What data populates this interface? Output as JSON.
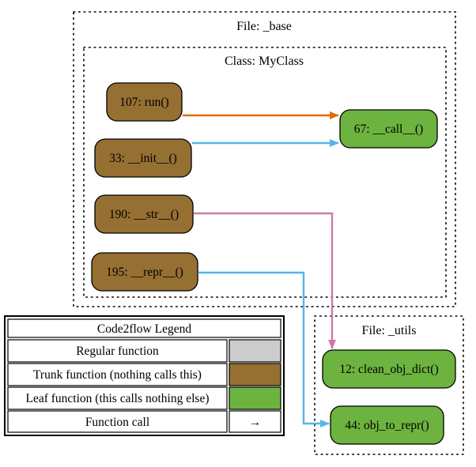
{
  "clusters": {
    "file_base": "File: _base",
    "class_myclass": "Class: MyClass",
    "file_utils": "File: _utils"
  },
  "nodes": {
    "run": "107: run()",
    "init": "33: __init__()",
    "str": "190: __str__()",
    "repr": "195: __repr__()",
    "call": "67: __call__()",
    "clean_obj_dict": "12: clean_obj_dict()",
    "obj_to_repr": "44: obj_to_repr()"
  },
  "legend": {
    "title": "Code2flow Legend",
    "rows": [
      {
        "label": "Regular function",
        "swatch": "#cccccc"
      },
      {
        "label": "Trunk function (nothing calls this)",
        "swatch": "#966f33"
      },
      {
        "label": "Leaf function (this calls nothing else)",
        "swatch": "#6db33f"
      },
      {
        "label": "Function call",
        "symbol": "→"
      }
    ]
  },
  "colors": {
    "trunk": "#966f33",
    "leaf": "#6db33f",
    "regular": "#cccccc",
    "edge_run": "#e06c00",
    "edge_init": "#56b4e9",
    "edge_str": "#cc79a7",
    "edge_repr": "#56b4e9"
  },
  "edges": [
    {
      "from": "107: run()",
      "to": "67: __call__()"
    },
    {
      "from": "33: __init__()",
      "to": "67: __call__()"
    },
    {
      "from": "190: __str__()",
      "to": "12: clean_obj_dict()"
    },
    {
      "from": "195: __repr__()",
      "to": "44: obj_to_repr()"
    }
  ]
}
